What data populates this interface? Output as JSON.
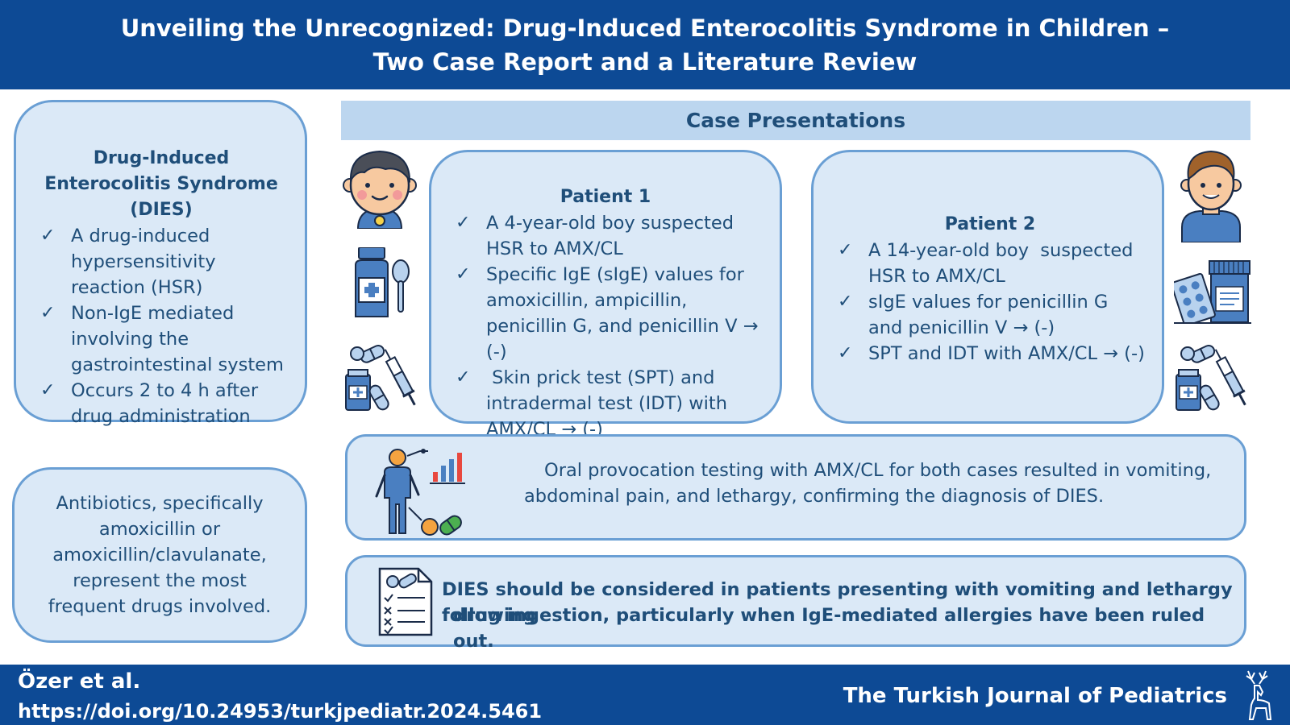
{
  "header": {
    "title_line1": "Unveiling the Unrecognized: Drug-Induced Enterocolitis Syndrome in Children –",
    "title_line2": "Two Case Report and a Literature Review"
  },
  "definition_box": {
    "title": "Drug-Induced Enterocolitis Syndrome (DIES)",
    "items": [
      "A drug-induced hypersensitivity reaction (HSR)",
      "Non-IgE mediated involving the gastrointestinal system",
      "Occurs 2 to 4 h after drug administration"
    ]
  },
  "antibiotics_box": {
    "text": "Antibiotics, specifically amoxicillin or amoxicillin/clavulanate, represent the most frequent drugs involved."
  },
  "case_presentations": {
    "title": "Case Presentations"
  },
  "patient1": {
    "title": "Patient 1",
    "items": [
      "A 4-year-old boy suspected HSR to AMX/CL",
      "Specific IgE (sIgE) values for amoxicillin, ampicillin, penicillin G, and penicillin V → (-)",
      " Skin prick test (SPT) and intradermal test (IDT) with AMX/CL → (-)"
    ]
  },
  "patient2": {
    "title": "Patient 2",
    "items": [
      "A 14-year-old boy  suspected HSR to AMX/CL",
      "sIgE values for penicillin G and penicillin V → (-)",
      "SPT and IDT with AMX/CL → (-)"
    ]
  },
  "provocation": {
    "line1": "Oral provocation testing with AMX/CL for both cases resulted in vomiting,",
    "line2": "abdominal pain, and lethargy, confirming the diagnosis of DIES."
  },
  "conclusion": {
    "line1": "DIES should be considered in patients presenting with vomiting and lethargy following",
    "line2": "drug ingestion, particularly when IgE-mediated allergies have been ruled out."
  },
  "footer": {
    "authors": "Özer et al.",
    "doi": "https://doi.org/10.24953/turkjpediatr.2024.5461",
    "journal": "The Turkish Journal of Pediatrics"
  },
  "check_glyph": "✓",
  "icons": [
    "child-icon",
    "medicine-bottle-icon",
    "medical-supplies-icon",
    "boy-icon",
    "pill-box-icon",
    "person-chart-icon",
    "checklist-icon",
    "deer-logo-icon"
  ],
  "colors": {
    "header_bg": "#0d4a95",
    "box_fill": "#dbe9f7",
    "box_border": "#6a9fd4",
    "text": "#1f4e79",
    "case_bar": "#bcd6ef"
  }
}
